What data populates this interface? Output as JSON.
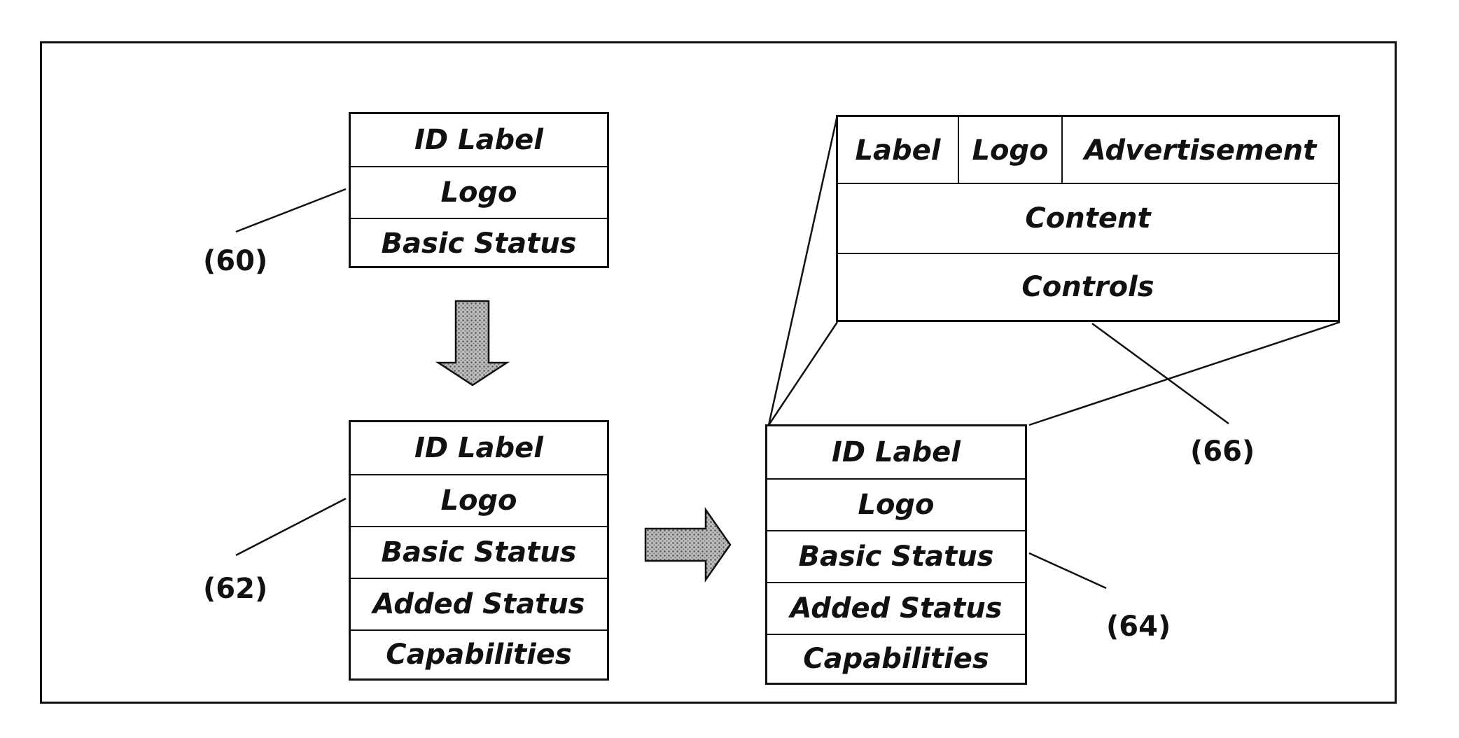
{
  "figure": {
    "box_60": {
      "ref": "(60)",
      "rows": [
        "ID Label",
        "Logo",
        "Basic Status"
      ]
    },
    "box_62": {
      "ref": "(62)",
      "rows": [
        "ID Label",
        "Logo",
        "Basic Status",
        "Added Status",
        "Capabilities"
      ]
    },
    "box_64": {
      "ref": "(64)",
      "rows": [
        "ID Label",
        "Logo",
        "Basic Status",
        "Added Status",
        "Capabilities"
      ]
    },
    "box_66": {
      "ref": "(66)",
      "header": [
        "Label",
        "Logo",
        "Advertisement"
      ],
      "rows": [
        "Content",
        "Controls"
      ]
    },
    "arrow_fill": "#9a9a9a",
    "line_color": "#111111"
  }
}
